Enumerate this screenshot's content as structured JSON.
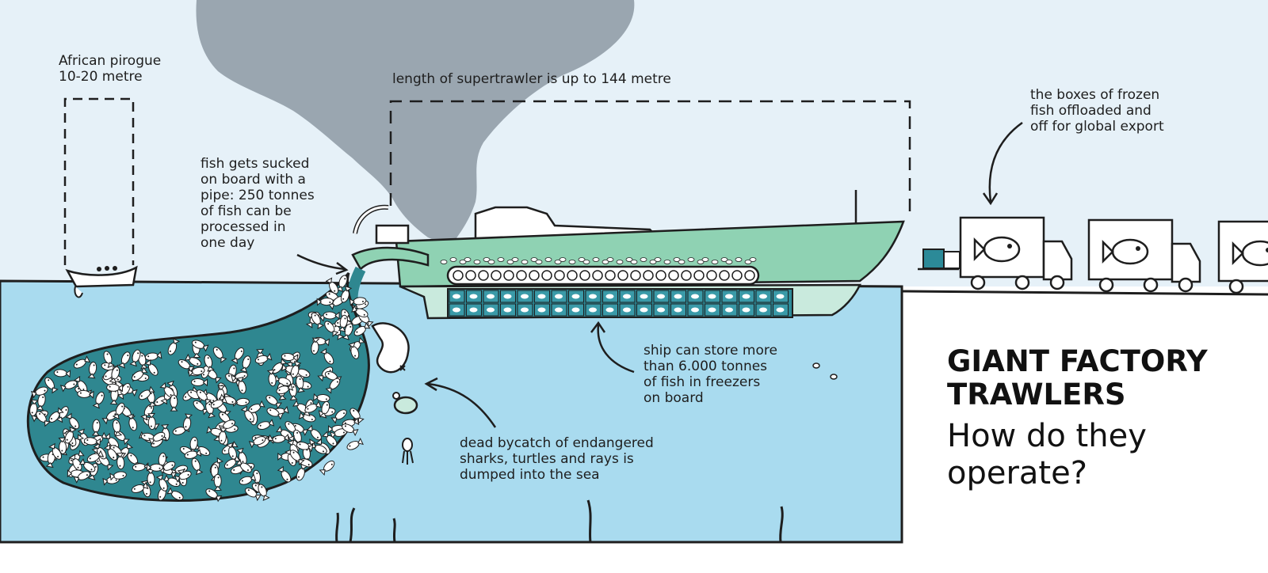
{
  "labels": {
    "pirogue": "African pirogue\n10-20 metre",
    "length": "length of supertrawler is up to 144 metre",
    "pipe": "fish gets sucked\non board with a\npipe: 250 tonnes\nof fish can be\nprocessed in\none day",
    "boxes": "the boxes of frozen\nfish offloaded and\noff for global export",
    "storage": "ship can store more\nthan 6.000 tonnes\nof fish in freezers\non board",
    "bycatch": "dead bycatch of endangered\nsharks, turtles and rays is\ndumped into the sea"
  },
  "title": {
    "line1": "GIANT FACTORY",
    "line2": "TRAWLERS",
    "subtitle_line1": "How do they",
    "subtitle_line2": "operate?"
  },
  "colors": {
    "sky": "#e6f1f8",
    "sea": "#a9dbef",
    "smoke": "#9aa6b0",
    "hull": "#8fd2b3",
    "hull_lower": "#c9eadd",
    "freezer": "#2c8a98",
    "net": "#2f8790",
    "ink": "#1e1e1e"
  },
  "icons": [
    "fish-icon",
    "boat-icon",
    "truck-icon",
    "turtle-icon",
    "shark-icon",
    "squid-icon",
    "arrow-icon"
  ]
}
